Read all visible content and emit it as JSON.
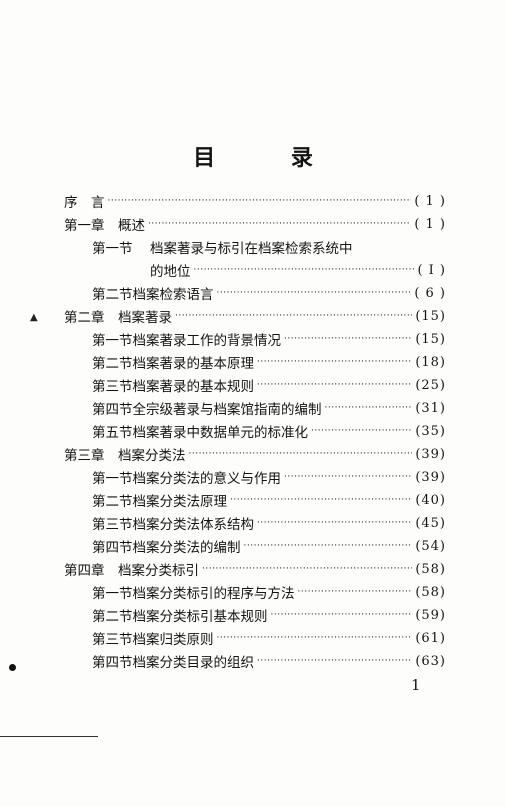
{
  "page": {
    "title": "目 录",
    "page_number": "1"
  },
  "toc": [
    {
      "section": "",
      "title": "序　言",
      "page": "( 1 )"
    },
    {
      "section": "",
      "title": "第一章　概述",
      "page": "( 1 )"
    },
    {
      "section": "第一节",
      "title": "档案著录与标引在档案检索系统中",
      "page": ""
    },
    {
      "section": "",
      "title": "的地位",
      "page": "( Ⅰ )"
    },
    {
      "section": "第二节",
      "title": "档案检索语言",
      "page": "( 6 )"
    },
    {
      "section": "",
      "title": "第二章　档案著录",
      "page": "(15)"
    },
    {
      "section": "第一节",
      "title": "档案著录工作的背景情况",
      "page": "(15)"
    },
    {
      "section": "第二节",
      "title": "档案著录的基本原理",
      "page": "(18)"
    },
    {
      "section": "第三节",
      "title": "档案著录的基本规则",
      "page": "(25)"
    },
    {
      "section": "第四节",
      "title": "全宗级著录与档案馆指南的编制",
      "page": "(31)"
    },
    {
      "section": "第五节",
      "title": "档案著录中数据单元的标准化",
      "page": "(35)"
    },
    {
      "section": "",
      "title": "第三章　档案分类法",
      "page": "(39)"
    },
    {
      "section": "第一节",
      "title": "档案分类法的意义与作用",
      "page": "(39)"
    },
    {
      "section": "第二节",
      "title": "档案分类法原理",
      "page": "(40)"
    },
    {
      "section": "第三节",
      "title": "档案分类法体系结构",
      "page": "(45)"
    },
    {
      "section": "第四节",
      "title": "档案分类法的编制",
      "page": "(54)"
    },
    {
      "section": "",
      "title": "第四章　档案分类标引",
      "page": "(58)"
    },
    {
      "section": "第一节",
      "title": "档案分类标引的程序与方法",
      "page": "(58)"
    },
    {
      "section": "第二节",
      "title": "档案分类标引基本规则",
      "page": "(59)"
    },
    {
      "section": "第三节",
      "title": "档案归类原则",
      "page": "(61)"
    },
    {
      "section": "第四节",
      "title": "档案分类目录的组织",
      "page": "(63)"
    }
  ]
}
